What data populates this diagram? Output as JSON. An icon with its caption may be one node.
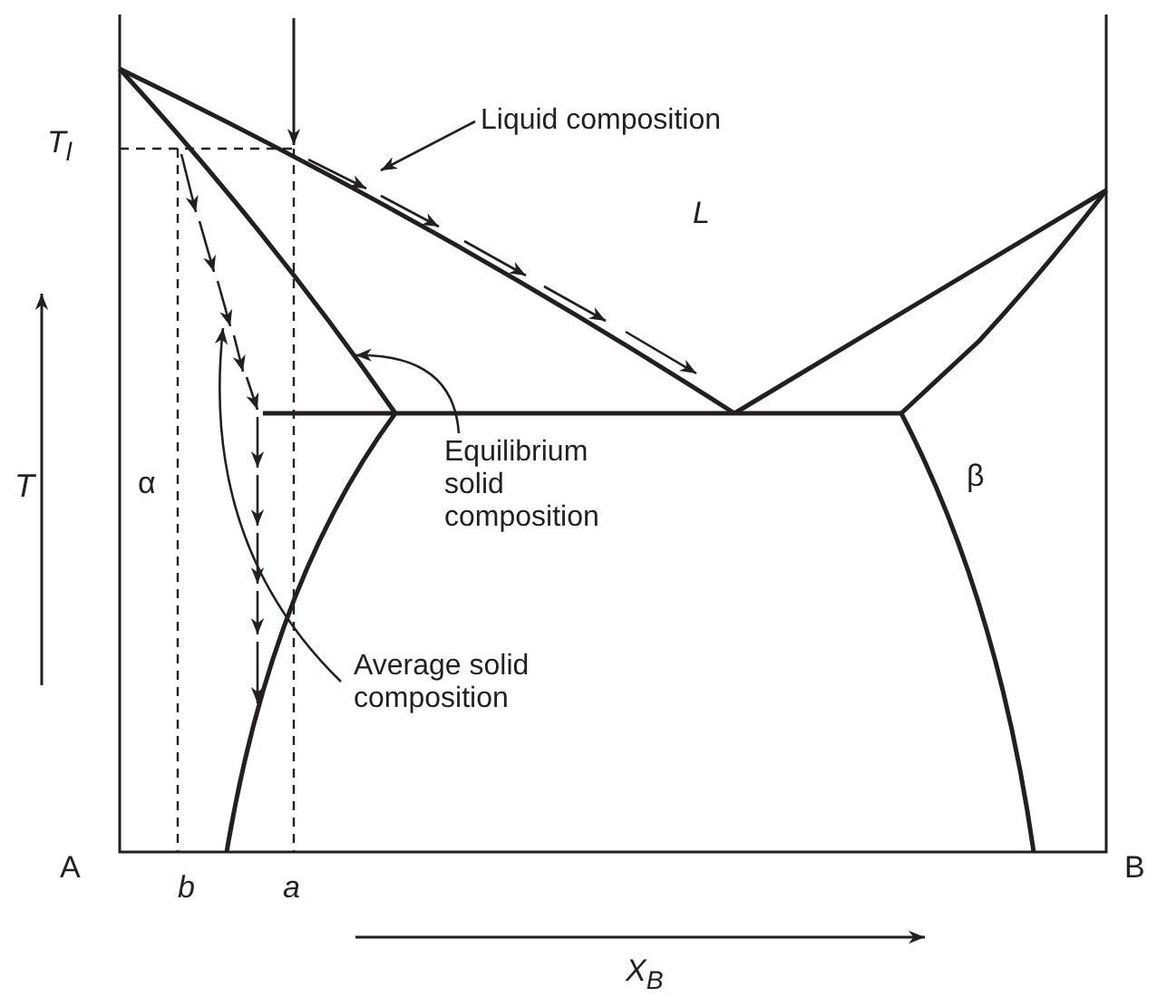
{
  "diagram": {
    "nodes": [
      {
        "text": [
          "Liquid composition"
        ]
      },
      {
        "text": [
          "Equilibrium solid composition"
        ]
      },
      {
        "text": [
          "Average solid composition"
        ]
      }
    ],
    "edges": [
      {
        "from": 0,
        "to": null,
        "arrow": "to"
      },
      {
        "from": 1,
        "to": null,
        "arrow": "to"
      },
      {
        "from": 2,
        "to": null,
        "arrow": "to"
      }
    ],
    "labels": [
      "T$_{l}$",
      "L",
      "α",
      "β",
      "T",
      "A",
      "b",
      "a",
      "B",
      "X$_{B}$"
    ]
  }
}
